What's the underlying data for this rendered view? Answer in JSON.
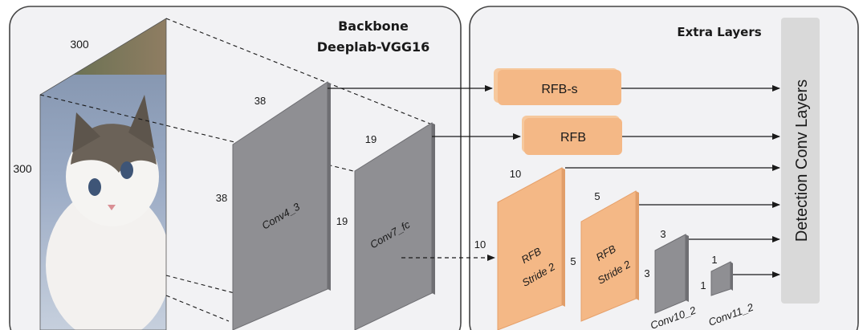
{
  "backbone": {
    "title_line1": "Backbone",
    "title_line2": "Deeplab-VGG16"
  },
  "extra": {
    "title": "Extra Layers",
    "detection_label": "Detection Conv Layers"
  },
  "input_image": {
    "subject": "cat photo",
    "width_label": "300",
    "height_label": "300"
  },
  "layers": {
    "conv4_3": {
      "name": "Conv4_3",
      "depth_label": "38",
      "height_label": "38"
    },
    "conv7_fc": {
      "name": "Conv7_fc",
      "depth_label": "19",
      "height_label": "19"
    },
    "rfb_stride2_a": {
      "name_line1": "RFB",
      "name_line2": "Stride 2",
      "depth_label": "10",
      "height_label": "10"
    },
    "rfb_stride2_b": {
      "name_line1": "RFB",
      "name_line2": "Stride 2",
      "depth_label": "5",
      "height_label": "5"
    },
    "conv10_2": {
      "name": "Conv10_2",
      "depth_label": "3",
      "height_label": "3"
    },
    "conv11_2": {
      "name": "Conv11_2",
      "depth_label": "1",
      "height_label": "1"
    }
  },
  "modules": {
    "rfb_s": "RFB-s",
    "rfb": "RFB"
  },
  "colors": {
    "panel_fill": "#f2f2f4",
    "panel_stroke": "#444444",
    "gray_block": "#8f8f93",
    "gray_block_top": "#b9b9bd",
    "orange_block": "#f4b886",
    "orange_block_top": "#fbd5b2",
    "detection_bar": "#d9d9d9"
  }
}
